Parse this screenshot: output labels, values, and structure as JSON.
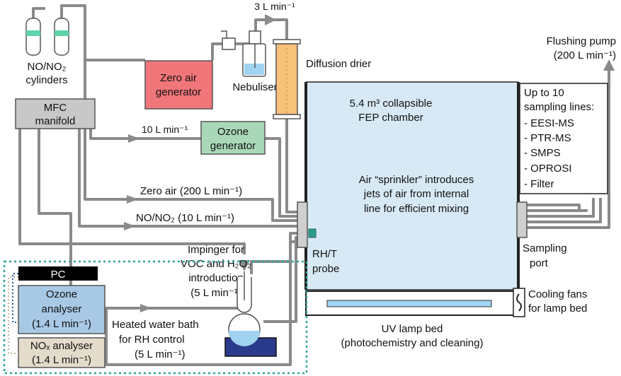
{
  "labels": {
    "cylinders_l1": "NO/NO₂",
    "cylinders_l2": "cylinders",
    "mfc_l1": "MFC",
    "mfc_l2": "manifold",
    "zero_gen_l1": "Zero air",
    "zero_gen_l2": "generator",
    "flow_3L": "3 L min⁻¹",
    "nebuliser": "Nebuliser",
    "diffusion": "Diffusion drier",
    "flow_10L_ozone": "10 L min⁻¹",
    "ozone_gen_l1": "Ozone",
    "ozone_gen_l2": "generator",
    "zero_air_line": "Zero air (200 L min⁻¹)",
    "nono2_line": "NO/NO₂ (10 L min⁻¹)",
    "chamber_l1": "5.4 m³ collapsible",
    "chamber_l2": "FEP chamber",
    "sprinkler_l1": "Air “sprinkler” introduces",
    "sprinkler_l2": "jets of air from internal",
    "sprinkler_l3": "line for efficient mixing",
    "rh_l1": "RH/T",
    "rh_l2": "probe",
    "impinger_l1": "Impinger for",
    "impinger_l2": "VOC and H₂O₂",
    "impinger_l3": "introduction",
    "impinger_l4": "(5 L min⁻¹)",
    "pc": "PC",
    "ozone_an_l1": "Ozone",
    "ozone_an_l2": "analyser",
    "ozone_an_l3": "(1.4 L min⁻¹)",
    "nox_an_l1": "NOₓ analyser",
    "nox_an_l2": "(1.4 L min⁻¹)",
    "bath_l1": "Heated water bath",
    "bath_l2": "for RH control",
    "bath_l3": "(5 L min⁻¹)",
    "uv_l1": "UV lamp bed",
    "uv_l2": "(photochemistry and cleaning)",
    "flush_l1": "Flushing pump",
    "flush_l2": "(200 L min⁻¹)",
    "sampling_l1": "Up to 10",
    "sampling_l2": "sampling lines:",
    "inst_1": "- EESI-MS",
    "inst_2": "- PTR-MS",
    "inst_3": "- SMPS",
    "inst_4": "- OPROSI",
    "inst_5": "- Filter",
    "port_l1": "Sampling",
    "port_l2": "port",
    "fans_l1": "Cooling fans",
    "fans_l2": "for lamp bed"
  },
  "colors": {
    "line": "#8a8a8a",
    "zero_air_gen": "#f0767a",
    "ozone_gen": "#a9d8b9",
    "chamber": "#d7e9f5",
    "uv_lamp": "#9fd3f0",
    "drier": "#f7c27a",
    "ozone_analyser": "#a8c9e6",
    "nox_analyser": "#e4dccb",
    "pc": "#000000",
    "mfc": "#c8c8c8",
    "probe": "#2e9a8e",
    "water_bath": "#2a3a8c",
    "dashed_teal": "#2aa39a"
  }
}
